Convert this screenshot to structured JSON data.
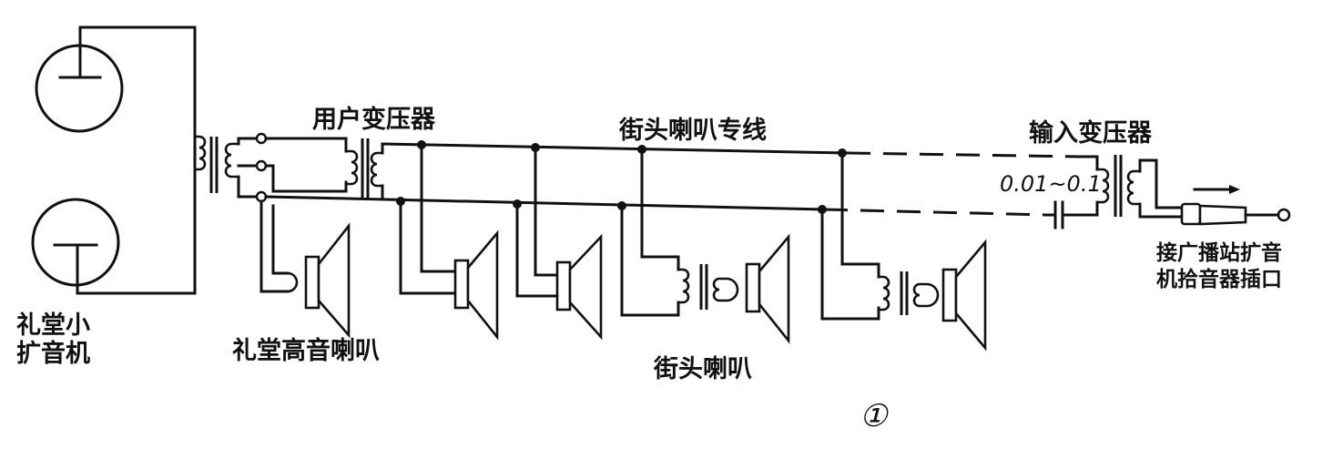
{
  "labels": {
    "tube_amp_line1": "礼堂小",
    "tube_amp_line2": "扩音机",
    "user_transformer": "用户变压器",
    "street_speaker_line": "街头喇叭专线",
    "input_transformer": "输入变压器",
    "capacitor_value": "0.01~0.1",
    "hall_tweeter": "礼堂高音喇叭",
    "street_speakers": "街头喇叭",
    "plug_line1": "接广播站扩音",
    "plug_line2": "机拾音器插口",
    "figure_number": "①"
  },
  "style": {
    "ink": "#111111",
    "paper": "#ffffff"
  }
}
